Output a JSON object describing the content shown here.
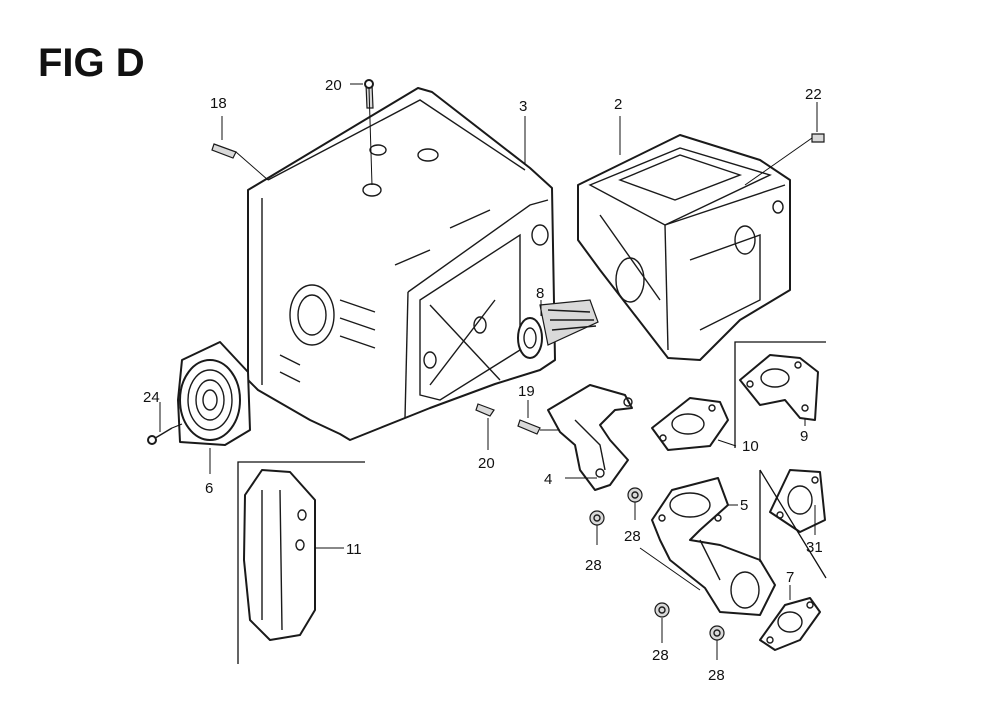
{
  "title": "FIG D",
  "callouts": {
    "c1": "18",
    "c2": "20",
    "c3": "3",
    "c4": "2",
    "c5": "22",
    "c6": "8",
    "c7": "24",
    "c8": "6",
    "c9": "19",
    "c10": "20",
    "c11": "9",
    "c12": "10",
    "c13": "4",
    "c14": "5",
    "c15": "11",
    "c16": "28",
    "c17": "28",
    "c18": "31",
    "c19": "7",
    "c20": "28",
    "c21": "28"
  }
}
